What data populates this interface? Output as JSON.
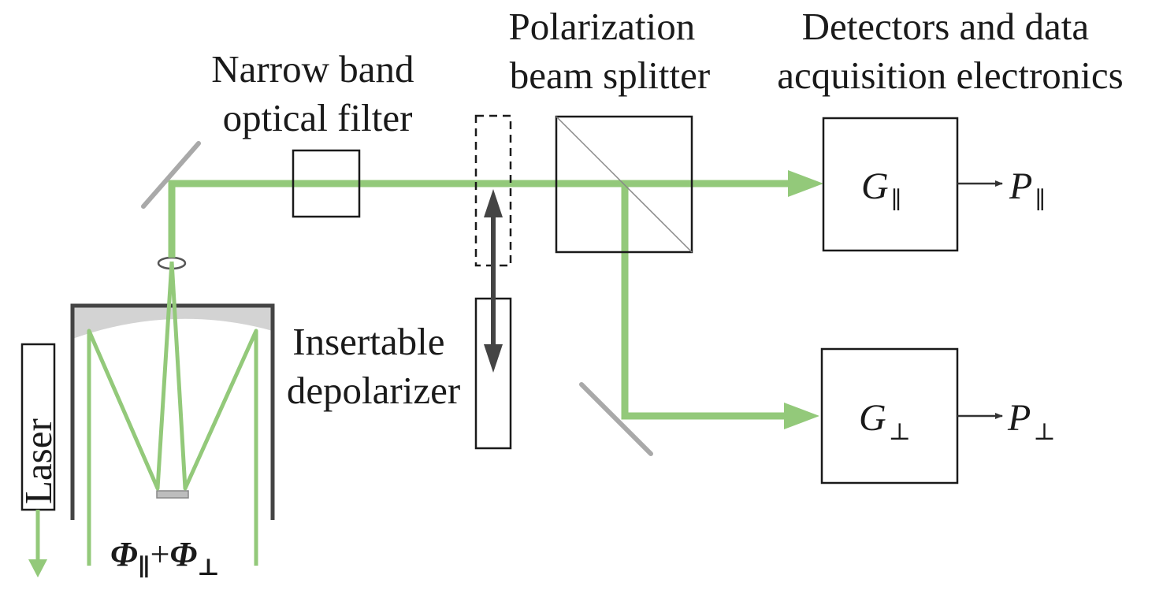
{
  "labels": {
    "filter": [
      "Narrow band",
      "optical filter"
    ],
    "splitter": [
      "Polarization",
      "beam splitter"
    ],
    "detectors": [
      "Detectors and data",
      "acquisition electronics"
    ],
    "depolarizer": [
      "Insertable",
      "depolarizer"
    ],
    "laser": "Laser"
  },
  "symbols": {
    "g_par": "G",
    "g_par_sub": "∥",
    "p_par": "P",
    "p_par_sub": "∥",
    "g_perp": "G",
    "g_perp_sub": "⊥",
    "p_perp": "P",
    "p_perp_sub": "⊥",
    "phi_1": "Φ",
    "phi_1_sub": "∥",
    "plus": "+",
    "phi_2": "Φ",
    "phi_2_sub": "⊥"
  },
  "colors": {
    "beam": "#93c97a",
    "outline": "#1a1a1a",
    "mirror": "#a9a9a9",
    "arrow": "#444444"
  }
}
